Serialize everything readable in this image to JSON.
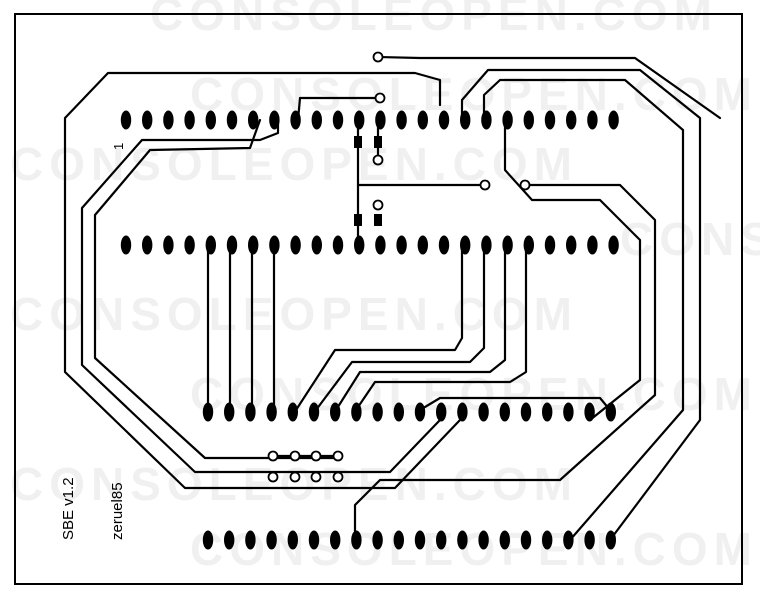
{
  "labels": {
    "version": "SBE v1.2",
    "author": "zeruel85",
    "pin_one": "1"
  },
  "watermark": {
    "text": "CONSOLEOPEN.COM"
  },
  "colors": {
    "copper": "#000000",
    "background": "#ffffff",
    "border": "#000000"
  },
  "icons": {
    "pad": "oval-pad-icon",
    "via": "via-ring-icon",
    "smd": "smd-pad-icon"
  }
}
